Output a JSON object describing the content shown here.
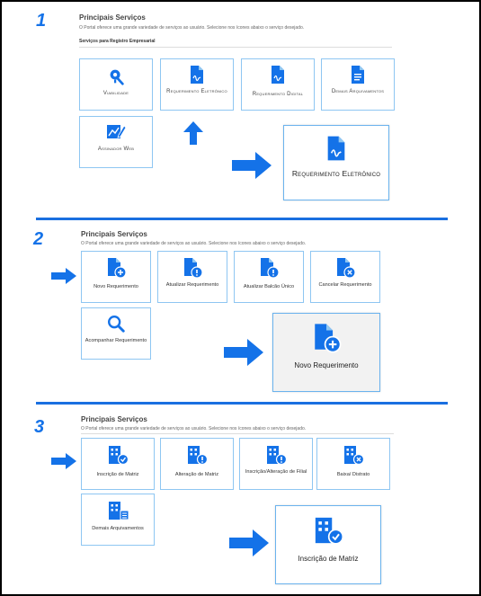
{
  "colors": {
    "accent": "#1472e8",
    "card_border": "#8ec6f2"
  },
  "section1": {
    "number": "1",
    "title": "Principais Serviços",
    "subtitle": "O Portal oferece uma grande variedade de serviços ao usuário. Selecione nos ícones abaixo o serviço desejado.",
    "section_label": "Serviços para Registro Empresarial",
    "cards": [
      {
        "label": "Viabilidade",
        "icon": "location-search-icon"
      },
      {
        "label": "Requerimento Eletrônico",
        "icon": "document-signature-icon"
      },
      {
        "label": "Requerimento Digital",
        "icon": "document-signature-icon"
      },
      {
        "label": "Demais Arquivamentos",
        "icon": "document-lines-icon"
      },
      {
        "label": "Assinador Web",
        "icon": "chart-pen-icon"
      }
    ],
    "zoom_label": "Requerimento Eletrônico"
  },
  "section2": {
    "number": "2",
    "title": "Principais Serviços",
    "subtitle": "O Portal oferece uma grande variedade de serviços ao usuário. Selecione nos ícones abaixo o serviço desejado.",
    "cards": [
      {
        "label": "Novo Requerimento",
        "icon": "document-plus-icon"
      },
      {
        "label": "Atualizar Requerimento",
        "icon": "document-alert-icon"
      },
      {
        "label": "Atualizar Balcão Único",
        "icon": "document-alert-icon"
      },
      {
        "label": "Cancelar Requerimento",
        "icon": "document-cancel-icon"
      },
      {
        "label": "Acompanhar Requerimento",
        "icon": "search-icon"
      }
    ],
    "zoom_label": "Novo Requerimento"
  },
  "section3": {
    "number": "3",
    "title": "Principais Serviços",
    "subtitle": "O Portal oferece uma grande variedade de serviços ao usuário. Selecione nos ícones abaixo o serviço desejado.",
    "cards": [
      {
        "label": "Inscrição de Matriz",
        "icon": "building-check-icon"
      },
      {
        "label": "Alteração de Matriz",
        "icon": "building-alert-icon"
      },
      {
        "label": "Inscrição/Alteração de Filial",
        "icon": "building-alert-icon"
      },
      {
        "label": "Baixa/ Distrato",
        "icon": "building-cancel-icon"
      },
      {
        "label": "Demais Arquivamentos",
        "icon": "building-list-icon"
      }
    ],
    "zoom_label": "Inscrição de Matriz"
  }
}
